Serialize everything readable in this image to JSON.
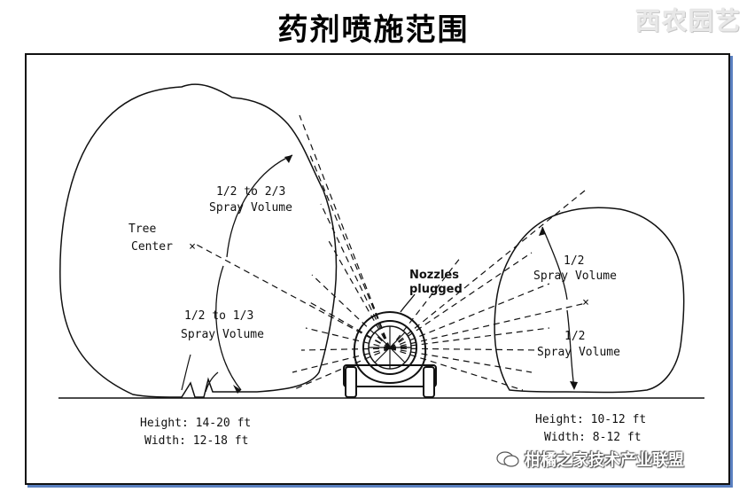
{
  "title": "药剂喷施范围",
  "watermark_top": "西农园艺",
  "watermark_bottom": "柑橘之家技术产业联盟",
  "labels": {
    "tree_center": [
      "Tree",
      "Center"
    ],
    "upper_spray": [
      "1/2  to 2/3",
      "Spray Volume"
    ],
    "lower_spray": [
      "1/2  to 1/3",
      "Spray Volume"
    ],
    "nozzles": [
      "Nozzles",
      "plugged"
    ],
    "right_upper": [
      "1/2",
      "Spray Volume"
    ],
    "right_lower": [
      "1/2",
      "Spray Volume"
    ],
    "left_dims": [
      "Height:  14-20 ft",
      "Width:  12-18 ft"
    ],
    "right_dims": [
      "Height:  10-12 ft",
      "Width:  8-12 ft"
    ]
  }
}
